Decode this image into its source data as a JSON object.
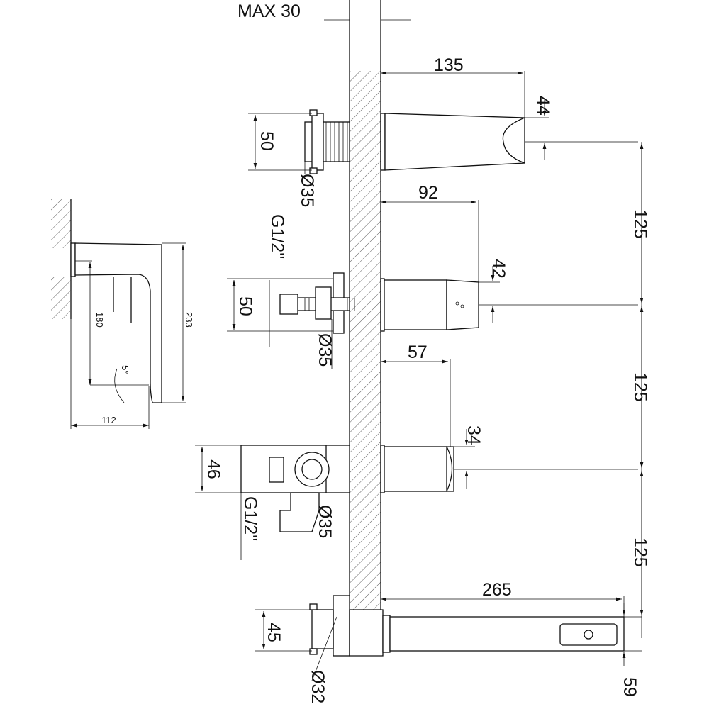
{
  "title": "Wall-mounted bath faucet set dimension drawing",
  "units": "mm",
  "top": {
    "max_wall": "MAX 30"
  },
  "spout": {
    "length": "135",
    "height": "44",
    "flange": "50",
    "hole": "Ø35"
  },
  "diverter": {
    "length": "92",
    "height": "42",
    "flange": "50",
    "hole": "Ø35",
    "thread": "G1/2\""
  },
  "mixer": {
    "length": "57",
    "height": "34",
    "flange": "46",
    "hole": "Ø35",
    "thread": "G1/2\""
  },
  "shower": {
    "length": "265",
    "height": "45",
    "hole": "Ø32",
    "handle": "59"
  },
  "spacing": [
    "125",
    "125",
    "125"
  ],
  "side_view": {
    "height_outlet": "180",
    "total_height": "233",
    "projection": "112",
    "angle": "5°"
  }
}
